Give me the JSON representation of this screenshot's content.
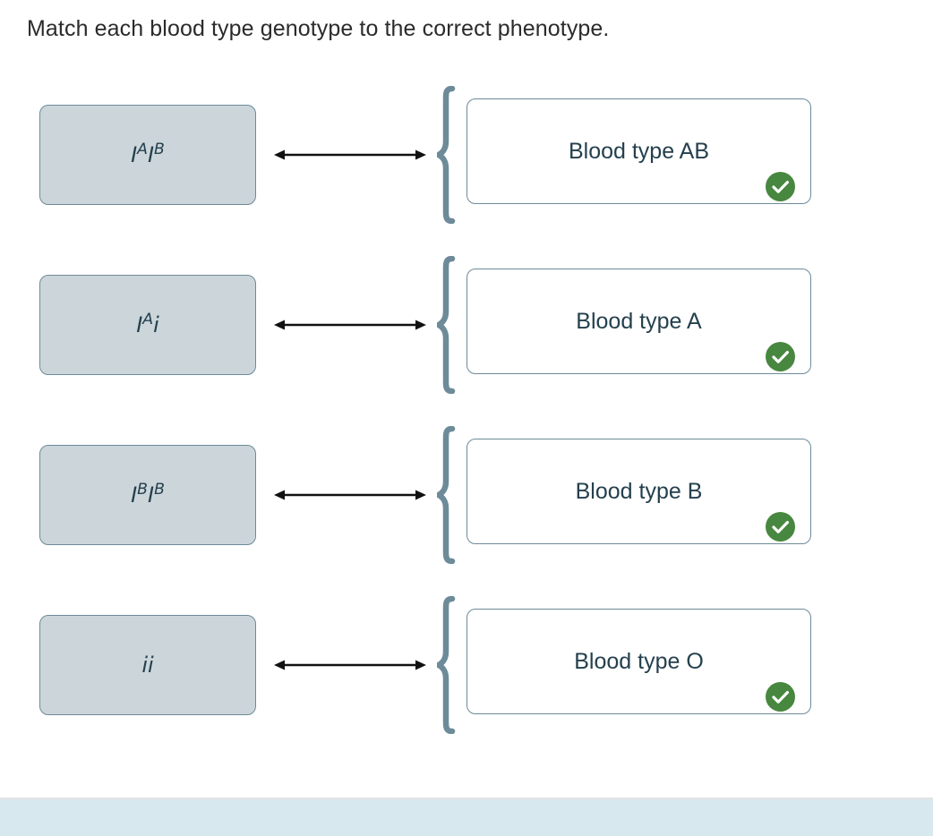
{
  "question": {
    "title": "Match each blood type genotype to the correct phenotype."
  },
  "colors": {
    "genotype_fill": "#ccd6da",
    "card_border": "#6d8b99",
    "text_dark": "#24404e",
    "check_green": "#47873f",
    "arrow_black": "#111111",
    "footer_strip": "#d7e8ef",
    "page_background": "#ffffff"
  },
  "matches": [
    {
      "genotype": {
        "plain": "IAIB",
        "parts": [
          {
            "base": "I",
            "sup": "A"
          },
          {
            "base": "I",
            "sup": "B"
          }
        ]
      },
      "phenotype": "Blood type AB",
      "status": "correct",
      "status_icon": "check-circle-icon"
    },
    {
      "genotype": {
        "plain": "IAi",
        "parts": [
          {
            "base": "I",
            "sup": "A"
          },
          {
            "base": "i",
            "sup": ""
          }
        ]
      },
      "phenotype": "Blood type A",
      "status": "correct",
      "status_icon": "check-circle-icon"
    },
    {
      "genotype": {
        "plain": "IBIB",
        "parts": [
          {
            "base": "I",
            "sup": "B"
          },
          {
            "base": "I",
            "sup": "B"
          }
        ]
      },
      "phenotype": "Blood type B",
      "status": "correct",
      "status_icon": "check-circle-icon"
    },
    {
      "genotype": {
        "plain": "ii",
        "parts": [
          {
            "base": "i",
            "sup": ""
          },
          {
            "base": "i",
            "sup": ""
          }
        ]
      },
      "phenotype": "Blood type O",
      "status": "correct",
      "status_icon": "check-circle-icon"
    }
  ],
  "connector": {
    "icon": "double-headed-arrow-icon"
  },
  "brace": {
    "icon": "curly-brace-icon"
  }
}
